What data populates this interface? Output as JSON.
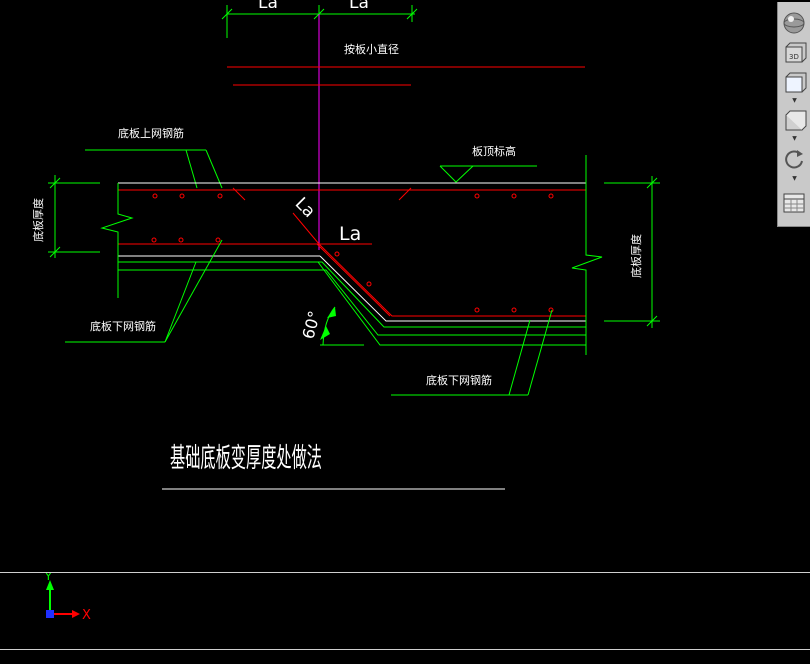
{
  "drawing": {
    "dim_left": "La",
    "dim_right": "La",
    "label_top_center": "按板小直径",
    "label_top_mesh": "底板上网钢筋",
    "label_slab_elev": "板顶标高",
    "label_left_thickness": "底板厚度",
    "label_right_thickness": "底板厚度",
    "label_bottom_mesh_left": "底板下网钢筋",
    "label_bottom_mesh_right": "底板下网钢筋",
    "label_la_slope": "La",
    "label_la_center": "La",
    "angle": "60°",
    "title": "基础底板变厚度处做法"
  },
  "ucs": {
    "y_label": "Y",
    "x_label": "X"
  },
  "toolbar": {
    "buttons": [
      "sphere-icon",
      "3d-view-icon",
      "front-view-icon",
      "iso-view-icon",
      "rotate-icon",
      "grid-icon"
    ]
  },
  "colors": {
    "background": "#000000",
    "green": "#00ff00",
    "red": "#ff0000",
    "magenta": "#ff00ff",
    "white": "#ffffff"
  }
}
